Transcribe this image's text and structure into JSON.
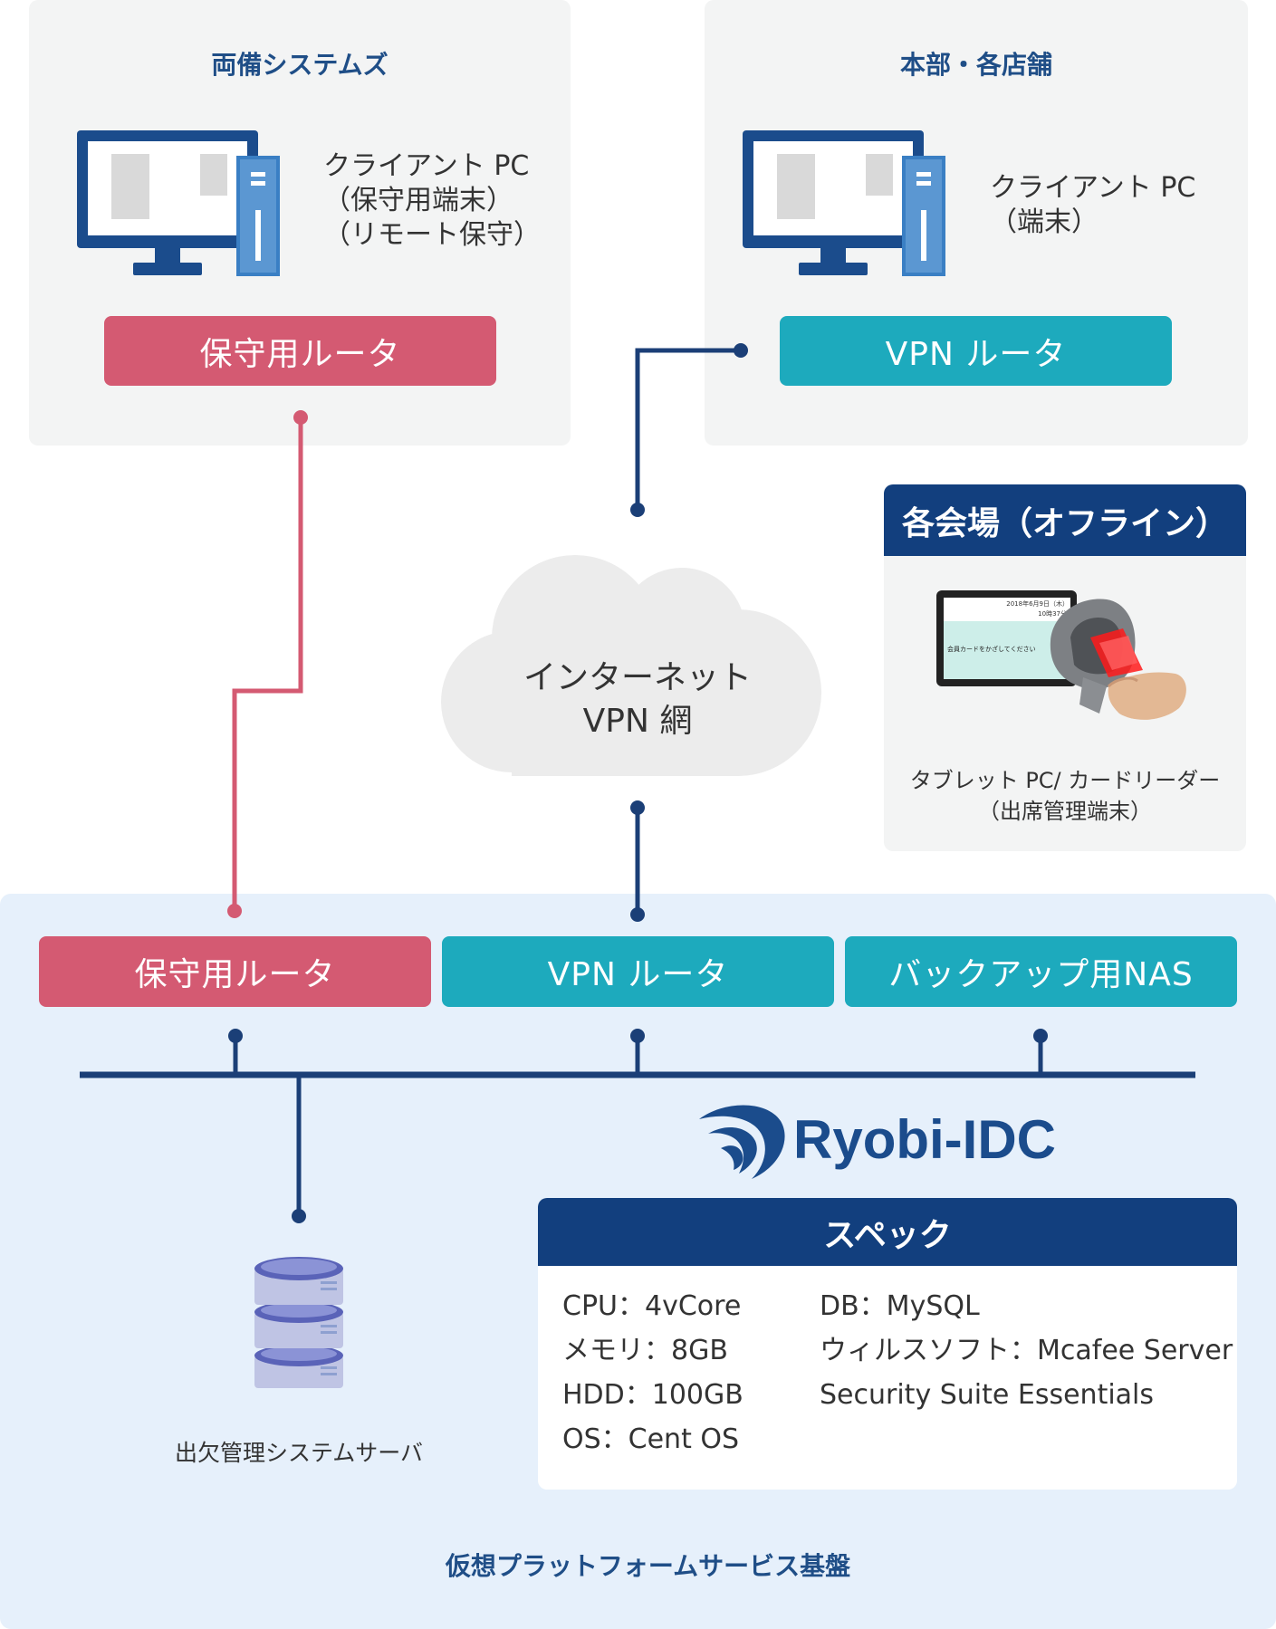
{
  "colors": {
    "pink": "#d45a72",
    "teal": "#1daabd",
    "navy": "#1f4e87",
    "line_navy": "#1b3f77",
    "panel_gray": "#f3f4f4",
    "panel_blue": "#e6f0fb"
  },
  "left_site": {
    "title": "両備システムズ",
    "pc_label": "クライアント PC\n（保守用端末）\n（リモート保守）",
    "router_label": "保守用ルータ",
    "icon": "desktop-pc-icon"
  },
  "right_site": {
    "title": "本部・各店舗",
    "pc_label": "クライアント PC\n（端末）",
    "router_label": "VPN ルータ",
    "icon": "desktop-pc-icon"
  },
  "offline": {
    "title": "各会場（オフライン）",
    "caption": "タブレット PC/ カードリーダー\n（出席管理端末）",
    "tablet_date": "2018年6月9日（木）",
    "tablet_time": "10時37分",
    "tablet_prompt": "会員カードをかざしてください",
    "icon": "tablet-card-reader-icon"
  },
  "cloud": {
    "label": "インターネット\nVPN 網",
    "icon": "cloud-icon"
  },
  "datacenter": {
    "routers": [
      "保守用ルータ",
      "VPN ルータ",
      "バックアップ用NAS"
    ],
    "server_caption": "出欠管理システムサーバ",
    "logo_text": "Ryobi-IDC",
    "footer": "仮想プラットフォームサービス基盤",
    "icon": "server-stack-icon"
  },
  "spec": {
    "title": "スペック",
    "left": [
      "CPU：4vCore",
      "メモリ：8GB",
      "HDD：100GB",
      "OS：Cent OS"
    ],
    "right": [
      "DB：MySQL",
      "ウィルスソフト：Mcafee Server",
      "Security Suite Essentials"
    ]
  }
}
